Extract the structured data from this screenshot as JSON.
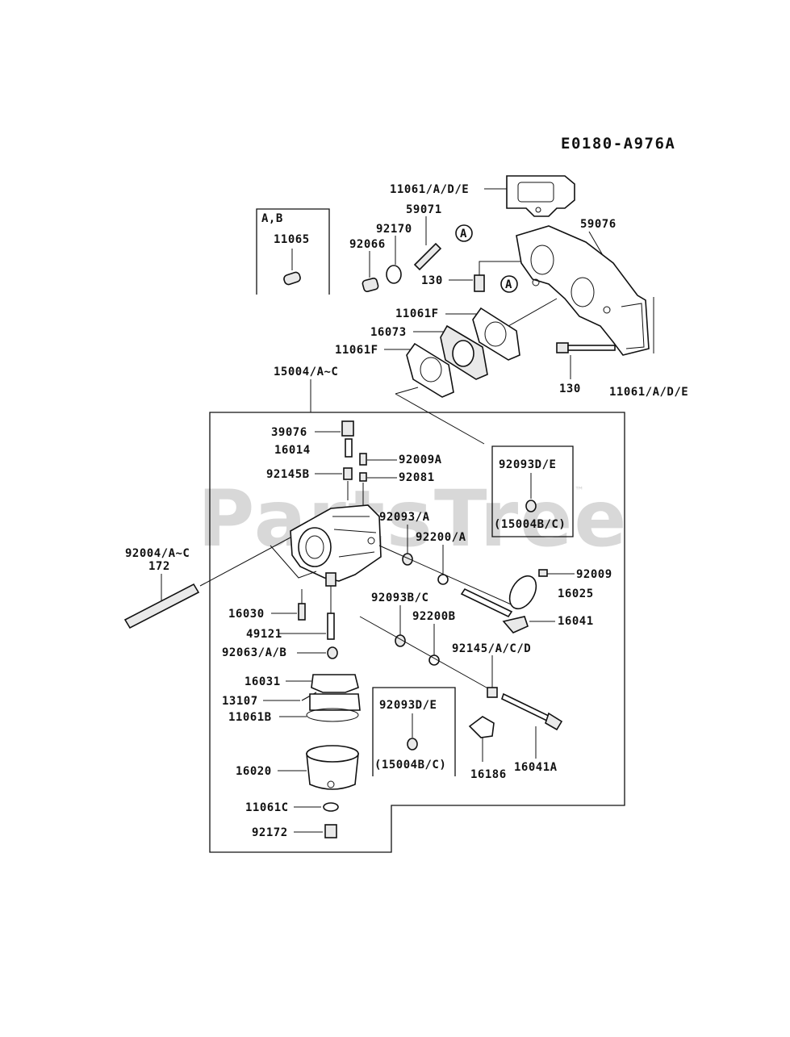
{
  "diagram_code": "E0180-A976A",
  "watermark": "PartsTree",
  "watermark_tm": "™",
  "inset_ab": {
    "title": "A,B",
    "part": "11065"
  },
  "inset_right": {
    "part": "92093D/E",
    "note": "(15004B/C)"
  },
  "inset_bottom": {
    "part": "92093D/E",
    "note": "(15004B/C)"
  },
  "callouts": {
    "a1": "A",
    "a2": "A"
  },
  "labels": {
    "p11061ade_top": "11061/A/D/E",
    "p59071": "59071",
    "p92170": "92170",
    "p92066": "92066",
    "p59076": "59076",
    "p130_top": "130",
    "p11061f_top": "11061F",
    "p16073": "16073",
    "p11061f_bot": "11061F",
    "p130_bot": "130",
    "p11061ade_bot": "11061/A/D/E",
    "p15004": "15004/A~C",
    "p39076": "39076",
    "p16014": "16014",
    "p92009a": "92009A",
    "p92145b": "92145B",
    "p92081": "92081",
    "p92093a": "92093/A",
    "p92200a": "92200/A",
    "p92004": "92004/A~C",
    "p172": "172",
    "p92009": "92009",
    "p16025": "16025",
    "p16041": "16041",
    "p16030": "16030",
    "p92093bc": "92093B/C",
    "p92200b": "92200B",
    "p49121": "49121",
    "p92063": "92063/A/B",
    "p92145acd": "92145/A/C/D",
    "p16031": "16031",
    "p13107": "13107",
    "p11061b": "11061B",
    "p16020": "16020",
    "p16186": "16186",
    "p16041a": "16041A",
    "p11061c": "11061C",
    "p92172": "92172"
  }
}
